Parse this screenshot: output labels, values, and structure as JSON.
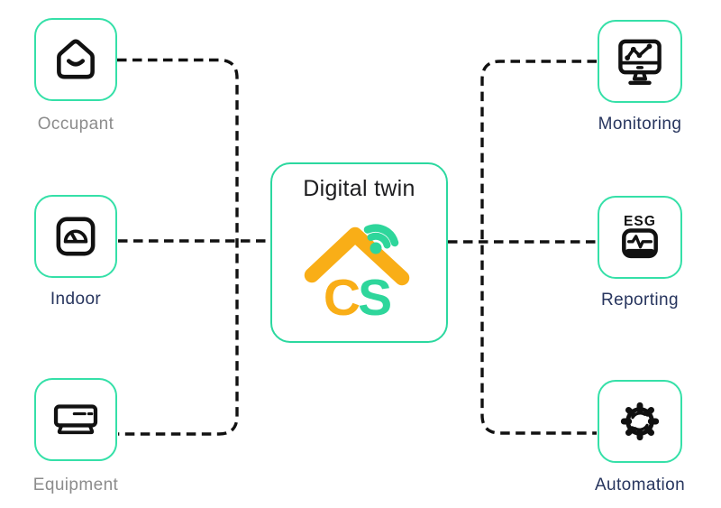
{
  "colors": {
    "accent_teal": "#35e0a8",
    "navy_label": "#27355e",
    "gray_label": "#8c8c8c",
    "connector_black": "#111111",
    "logo_orange": "#f9ae17",
    "logo_green": "#2ed69b",
    "title_dark": "#1d1d1f"
  },
  "center": {
    "title": "Digital twin",
    "logo": {
      "letter_c": "C",
      "letter_s": "S"
    }
  },
  "left_nodes": [
    {
      "label": "Occupant",
      "icon": "house-occupant-icon"
    },
    {
      "label": "Indoor",
      "icon": "gauge-indoor-icon"
    },
    {
      "label": "Equipment",
      "icon": "air-conditioner-icon"
    }
  ],
  "right_nodes": [
    {
      "label": "Monitoring",
      "icon": "monitor-chart-icon"
    },
    {
      "label": "Reporting",
      "icon": "esg-report-icon",
      "badge": "ESG"
    },
    {
      "label": "Automation",
      "icon": "gear-sync-icon"
    }
  ]
}
